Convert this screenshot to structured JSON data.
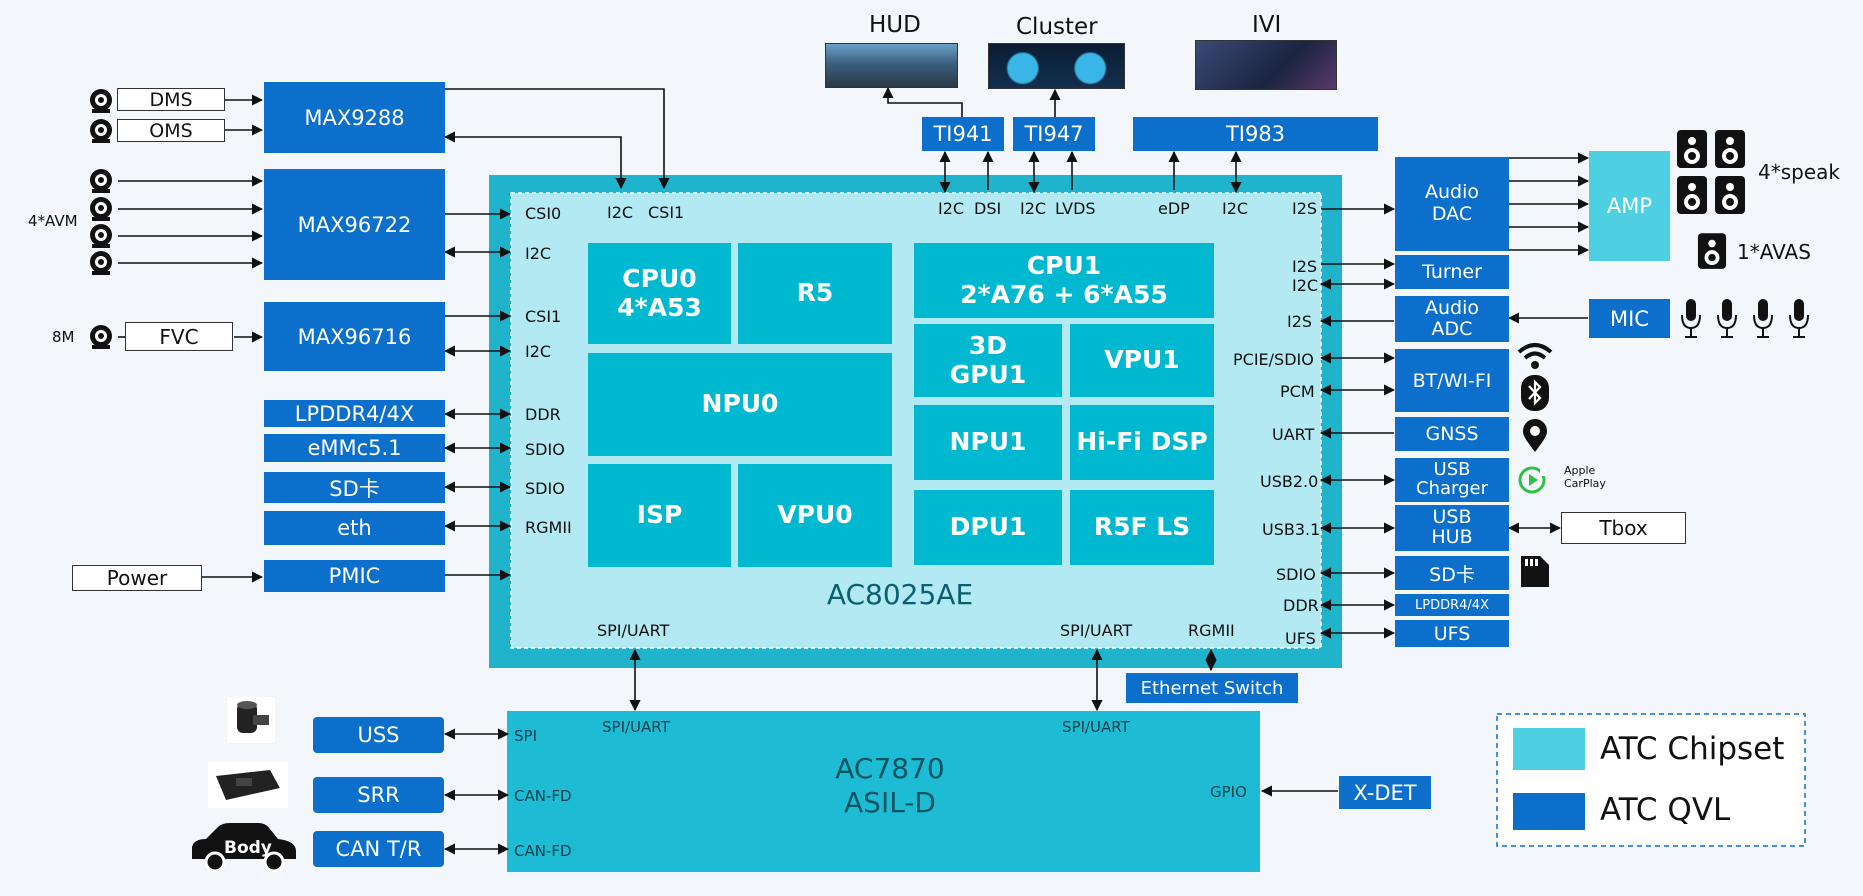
{
  "soc": {
    "name": "AC8025AE",
    "left_ports": {
      "csi0": "CSI0",
      "i2c_a": "I2C",
      "csi1": "CSI1",
      "i2c_b": "I2C",
      "ddr": "DDR",
      "sdio_a": "SDIO",
      "sdio_b": "SDIO",
      "rgmii": "RGMII"
    },
    "top_ports": {
      "i2c_a": "I2C",
      "csi1": "CSI1",
      "i2c_b": "I2C",
      "dsi": "DSI",
      "i2c_c": "I2C",
      "lvds": "LVDS",
      "edp": "eDP",
      "i2c_d": "I2C"
    },
    "right_ports": {
      "i2s_a": "I2S",
      "i2s_b": "I2S",
      "i2c": "I2C",
      "i2s_c": "I2S",
      "pcie": "PCIE/SDIO",
      "pcm": "PCM",
      "uart": "UART",
      "usb2": "USB2.0",
      "usb3": "USB3.1",
      "sdio": "SDIO",
      "ddr": "DDR",
      "ufs": "UFS"
    },
    "bottom_ports": {
      "spi_a": "SPI/UART",
      "spi_b": "SPI/UART",
      "rgmii": "RGMII"
    },
    "blocks": {
      "cpu0": "CPU0\n4*A53",
      "r5": "R5",
      "npu0": "NPU0",
      "isp": "ISP",
      "vpu0": "VPU0",
      "cpu1": "CPU1\n2*A76 + 6*A55",
      "gpu1": "3D\nGPU1",
      "vpu1": "VPU1",
      "npu1": "NPU1",
      "dsp": "Hi-Fi DSP",
      "dpu1": "DPU1",
      "r5f": "R5F LS"
    }
  },
  "mcu": {
    "name": "AC7870\nASIL-D",
    "ports": {
      "spi_a": "SPI/UART",
      "spi_b": "SPI/UART",
      "spi": "SPI",
      "canfd_a": "CAN-FD",
      "canfd_b": "CAN-FD",
      "gpio": "GPIO"
    }
  },
  "left": {
    "dms": "DMS",
    "oms": "OMS",
    "max9288": "MAX9288",
    "avm": "4*AVM",
    "max96722": "MAX96722",
    "mp": "8M",
    "fvc": "FVC",
    "max96716": "MAX96716",
    "lpddr": "LPDDR4/4X",
    "emmc": "eMMc5.1",
    "sd": "SD卡",
    "eth": "eth",
    "power": "Power",
    "pmic": "PMIC"
  },
  "top": {
    "hud": "HUD",
    "cluster": "Cluster",
    "ivi": "IVI",
    "ti941": "TI941",
    "ti947": "TI947",
    "ti983": "TI983"
  },
  "right": {
    "audio_dac": "Audio\nDAC",
    "amp": "AMP",
    "speak": "4*speak",
    "avas": "1*AVAS",
    "turner": "Turner",
    "audio_adc": "Audio\nADC",
    "mic": "MIC",
    "btwifi": "BT/WI-FI",
    "gnss": "GNSS",
    "usb_charger": "USB\nCharger",
    "carplay": "Apple\nCarPlay",
    "usb_hub": "USB\nHUB",
    "tbox": "Tbox",
    "sd": "SD卡",
    "lpddr": "LPDDR4/4X",
    "ufs": "UFS"
  },
  "bottom": {
    "eth_switch": "Ethernet Switch",
    "uss": "USS",
    "srr": "SRR",
    "cantr": "CAN T/R",
    "body": "Body",
    "xdet": "X-DET"
  },
  "legend": {
    "chipset": "ATC Chipset",
    "qvl": "ATC QVL"
  },
  "colors": {
    "qvl": "#0b6fcb",
    "chipset": "#28c0db",
    "soc_outer": "#1fb3cc",
    "soc_inner": "#b3e9f2",
    "sub_block": "#00b8cf",
    "mcu": "#1dbcd4"
  },
  "icons": {
    "camera": "camera-icon",
    "speaker": "speaker-icon",
    "mic": "microphone-icon",
    "wifi": "wifi-icon",
    "bluetooth": "bluetooth-icon",
    "location": "location-pin-icon",
    "carplay": "carplay-icon",
    "sdcard": "sd-card-icon",
    "car": "car-icon",
    "sensor": "ultrasonic-sensor-icon",
    "radar": "radar-module-icon"
  }
}
